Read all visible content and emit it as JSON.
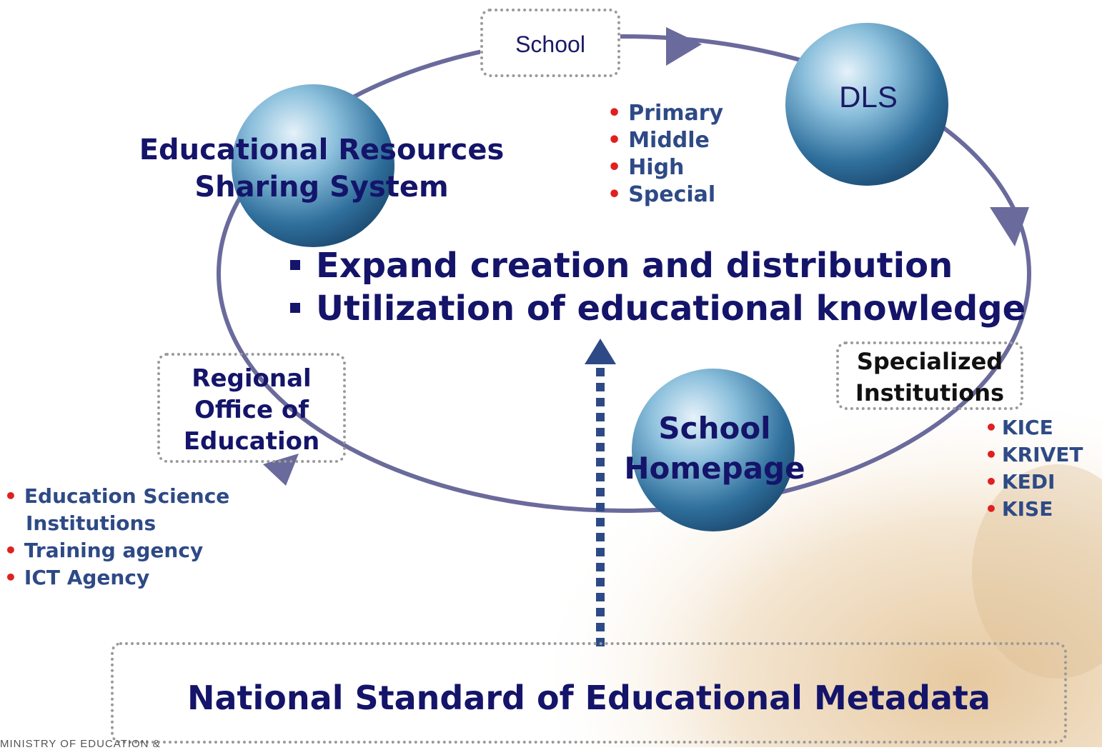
{
  "top_box": {
    "label": "School"
  },
  "nodes": {
    "dls": "DLS",
    "ers_line1": "Educational Resources",
    "ers_line2": "Sharing System",
    "homepage_line1": "School",
    "homepage_line2": "Homepage"
  },
  "school_levels": [
    "Primary",
    "Middle",
    "High",
    "Special"
  ],
  "center_points": [
    "Expand creation and distribution",
    "Utilization of educational knowledge"
  ],
  "regional_box": {
    "line1": "Regional",
    "line2": "Office of",
    "line3": "Education"
  },
  "regional_items": {
    "item1_line1": "Education Science",
    "item1_line2": "Institutions",
    "item2": "Training agency",
    "item3": "ICT Agency"
  },
  "specialized_box": {
    "line1": "Specialized",
    "line2": "Institutions"
  },
  "specialized_items": [
    "KICE",
    "KRIVET",
    "KEDI",
    "KISE"
  ],
  "bottom_box": {
    "label": "National Standard of Educational Metadata"
  },
  "footer": {
    "ministry": "MINISTRY OF EDUCATION &"
  },
  "colors": {
    "navy": "#14146a",
    "bullet_red": "#e02020",
    "item_blue": "#2e4a86",
    "ellipse": "#6a6a9c",
    "sphere": "#3a7aa6"
  },
  "icons": {
    "bullet": "bullet-dot",
    "square_bullet": "square-bullet",
    "arrow": "arrowhead"
  }
}
